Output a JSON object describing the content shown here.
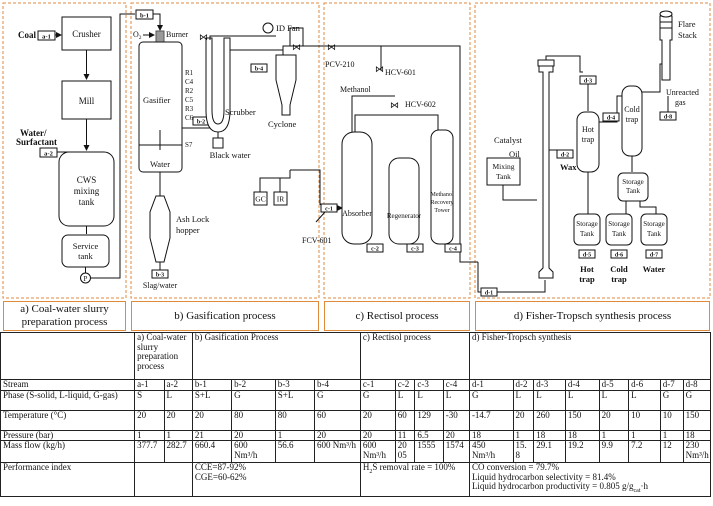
{
  "sections": {
    "a": "a) Coal-water slurry preparation process",
    "b": "b) Gasification process",
    "c": "c) Rectisol process",
    "d": "d) Fisher-Tropsch synthesis process"
  },
  "labels": {
    "coal": "Coal",
    "crusher": "Crusher",
    "mill": "Mill",
    "water_surfactant_1": "Water/",
    "water_surfactant_2": "Surfactant",
    "cws_1": "CWS",
    "cws_2": "mixing",
    "cws_3": "tank",
    "service_1": "Service",
    "service_2": "tank",
    "pump": "P",
    "o2": "O",
    "o2_sub": "2",
    "burner": "Burner",
    "gasifier": "Gasifier",
    "r1": "R1",
    "c4": "C4",
    "r2": "R2",
    "c5": "C5",
    "r3": "R3",
    "c6": "C6",
    "s7": "S7",
    "water": "Water",
    "ash_lock_1": "Ash Lock",
    "ash_lock_2": "hopper",
    "slag_water": "Slag/water",
    "scrubber": "Scrubber",
    "black_water": "Black water",
    "id_fan": "ID Fan",
    "cyclone": "Cyclone",
    "pcv210": "PCV-210",
    "hcv601": "HCV-601",
    "hcv602": "HCV-602",
    "methanol": "Methanol",
    "gc": "GC",
    "ir": "IR",
    "fcv601": "FCV-601",
    "absorber": "Absorber",
    "regenerator": "Regenerator",
    "methanol_recovery_1": "Methanol",
    "methanol_recovery_2": "Recovery",
    "methanol_recovery_3": "Tower",
    "catalyst": "Catalyst",
    "oil": "Oil",
    "mixing_tank_1": "Mixing",
    "mixing_tank_2": "Tank",
    "wax": "Wax",
    "hot_trap_1": "Hot",
    "hot_trap_2": "trap",
    "cold_trap_1": "Cold",
    "cold_trap_2": "trap",
    "storage_1": "Storage",
    "storage_2": "Tank",
    "flare_1": "Flare",
    "flare_2": "Stack",
    "unreacted_1": "Unreacted",
    "unreacted_2": "gas",
    "hot_trap_out_1": "Hot",
    "hot_trap_out_2": "trap",
    "cold_trap_out_1": "Cold",
    "cold_trap_out_2": "trap",
    "water_out": "Water"
  },
  "streams": {
    "a1": "a-1",
    "a2": "a-2",
    "b1": "b-1",
    "b2": "b-2",
    "b3": "b-3",
    "b4": "b-4",
    "c1": "c-1",
    "c2": "c-2",
    "c3": "c-3",
    "c4": "c-4",
    "d1": "d-1",
    "d2": "d-2",
    "d3": "d-3",
    "d4": "d-4",
    "d5": "d-5",
    "d6": "d-6",
    "d7": "d-7",
    "d8": "d-8"
  },
  "table": {
    "headers": {
      "a": "a)    Coal-water slurry preparation process",
      "b": "b) Gasification Process",
      "c": "c) Rectisol process",
      "d": "d) Fisher-Tropsch synthesis"
    },
    "rows": [
      {
        "label": "Stream",
        "cells": [
          "a-1",
          "a-2",
          "b-1",
          "b-2",
          "b-3",
          "b-4",
          "c-1",
          "c-2",
          "c-3",
          "c-4",
          "d-1",
          "d-2",
          "d-3",
          "d-4",
          "d-5",
          "d-6",
          "d-7",
          "d-8"
        ]
      },
      {
        "label": "Phase (S-solid, L-liquid, G-gas)",
        "cells": [
          "S",
          "L",
          "S+L",
          "G",
          "S+L",
          "G",
          "G",
          "L",
          "L",
          "L",
          "G",
          "L",
          "L",
          "L",
          "L",
          "L",
          "G",
          "G"
        ]
      },
      {
        "label": "Temperature (°C)",
        "cells": [
          "20",
          "20",
          "20",
          "80",
          "80",
          "60",
          "20",
          "60",
          "129",
          "-30",
          "-14.7",
          "20",
          "260",
          "150",
          "20",
          "10",
          "10",
          "150"
        ]
      },
      {
        "label": "Pressure (bar)",
        "cells": [
          "1",
          "1",
          "21",
          "20",
          "1",
          "20",
          "20",
          "11",
          "6.5",
          "20",
          "18",
          "1",
          "18",
          "18",
          "1",
          "1",
          "1",
          "18"
        ]
      },
      {
        "label": "Mass flow (kg/h)",
        "cells": [
          "377.7",
          "282.7",
          "660.4",
          "600 Nm³/h",
          "56.6",
          "600 Nm³/h",
          "600 Nm³/h",
          "20 05",
          "1555",
          "1574",
          "450 Nm³/h",
          "15. 8",
          "29.1",
          "19.2",
          "9.9",
          "7.2",
          "12",
          "230 Nm³/h"
        ]
      }
    ],
    "perf_label": "Performance index",
    "perf_b": [
      "CCE=87-92%",
      "CGE=60-62%"
    ],
    "perf_c_pre": "H",
    "perf_c_sub": "2",
    "perf_c_post": "S removal rate = 100%",
    "perf_d": [
      "CO conversion = 79.7%",
      "Liquid hydrocarbon selectivity = 81.4%"
    ],
    "perf_d3_pre": "Liquid hydrocarbon productivity = 0.805 g/g",
    "perf_d3_sub": "cat",
    "perf_d3_post": "·h"
  }
}
